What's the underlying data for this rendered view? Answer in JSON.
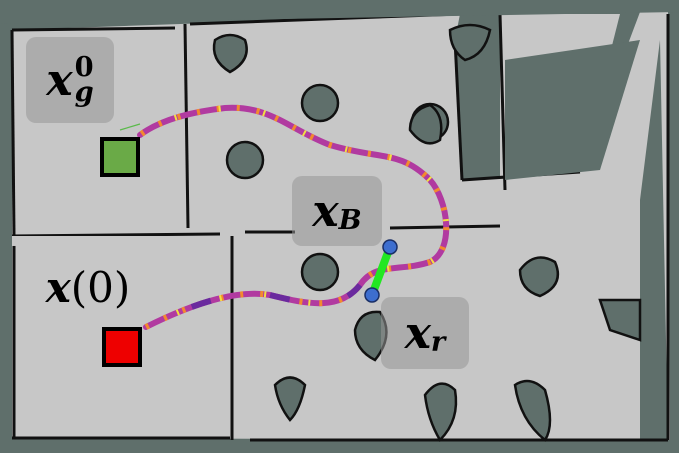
{
  "labels": {
    "goal": {
      "main": "x",
      "sub": "g",
      "sup": "0"
    },
    "start": {
      "main": "x",
      "arg": "(0)"
    },
    "boundary": {
      "main": "x",
      "sub": "B"
    },
    "robot": {
      "main": "x",
      "sub": "r"
    }
  },
  "colors": {
    "background": "#5f6f6b",
    "floor": "#c7c7c7",
    "wall": "#111111",
    "path": "#b13aa0",
    "path_accent": "#f28a2e",
    "path_highlight": "#f2e040",
    "segment": "#22e822",
    "node": "#3d6ecf",
    "goal_marker": "#6aaa47",
    "start_marker": "#ee0000"
  }
}
